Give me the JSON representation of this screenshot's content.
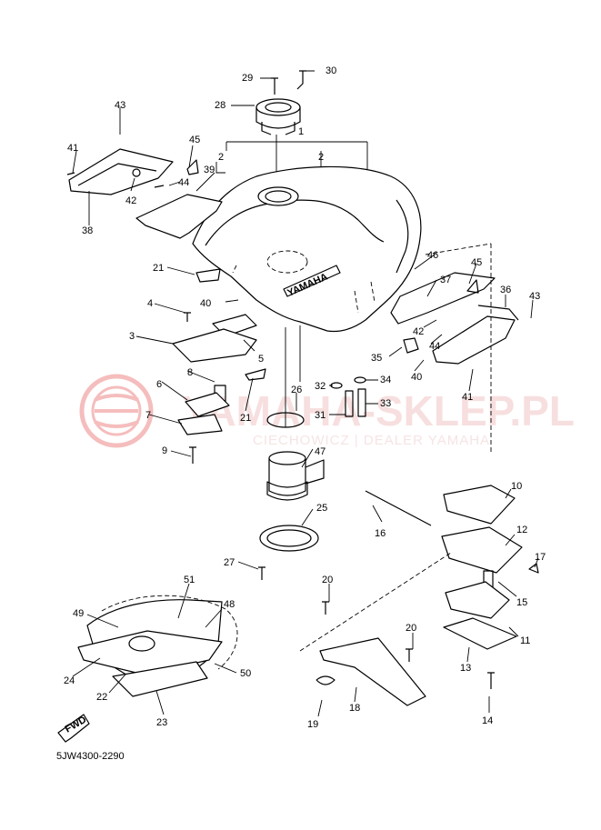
{
  "drawing_code": "5JW4300-2290",
  "watermark": {
    "title": "YAMAHA-SKLEP.PL",
    "subtitle": "CIECHOWICZ | DEALER YAMAHA",
    "logo_name": "yamaha-tuning-fork-emblem"
  },
  "tank_label": "YAMAHA",
  "fwd_label": "FWD",
  "callouts": [
    "29",
    "30",
    "28",
    "1",
    "2",
    "2",
    "43",
    "41",
    "45",
    "44",
    "39",
    "42",
    "38",
    "46",
    "37",
    "45",
    "36",
    "43",
    "21",
    "40",
    "4",
    "3",
    "5",
    "8",
    "42",
    "44",
    "35",
    "40",
    "41",
    "6",
    "7",
    "9",
    "21",
    "26",
    "32",
    "34",
    "33",
    "31",
    "47",
    "10",
    "16",
    "12",
    "17",
    "25",
    "27",
    "15",
    "20",
    "51",
    "49",
    "48",
    "11",
    "20",
    "24",
    "22",
    "50",
    "13",
    "18",
    "19",
    "23",
    "14"
  ],
  "colors": {
    "line": "#000000",
    "watermark": "#e04040"
  }
}
